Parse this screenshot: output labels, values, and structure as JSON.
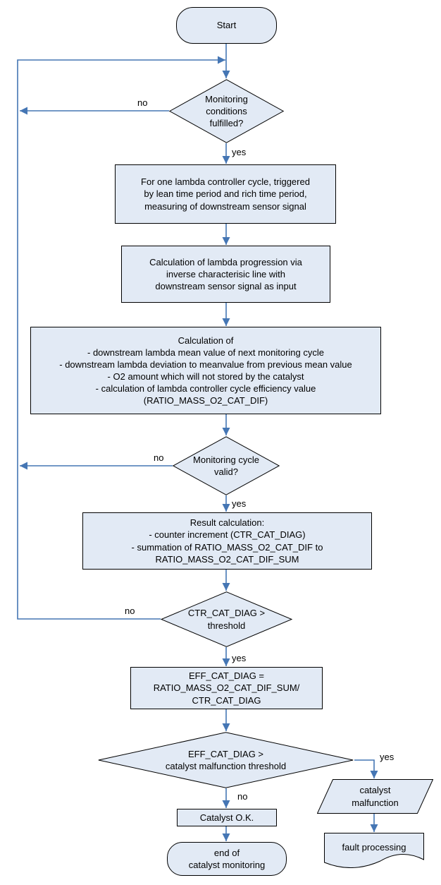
{
  "colors": {
    "connector_blue": "#4576b4",
    "shape_fill": "#e2eaf5",
    "shape_border": "#000000",
    "text": "#000000"
  },
  "flowchart": {
    "nodes": {
      "start": {
        "type": "terminator",
        "label": "Start"
      },
      "monitoring_conditions": {
        "type": "decision",
        "label": "Monitoring\nconditions\nfulfilled?"
      },
      "measure_downstream": {
        "type": "process",
        "label": "For one lambda controller cycle, triggered\nby lean time period and rich time period,\nmeasuring of downstream sensor signal"
      },
      "lambda_progression": {
        "type": "process",
        "label": "Calculation of lambda progression via\ninverse characterisic line with\ndownstream sensor signal as input"
      },
      "calculation": {
        "type": "process",
        "label": "Calculation of\n- downstream lambda mean value of next monitoring cycle\n- downstream lambda deviation to meanvalue from previous mean value\n- O2 amount which will not stored by the catalyst\n- calculation of lambda controller cycle efficiency value\n(RATIO_MASS_O2_CAT_DIF)"
      },
      "cycle_valid": {
        "type": "decision",
        "label": "Monitoring cycle\nvalid?"
      },
      "result_calculation": {
        "type": "process",
        "label": "Result calculation:\n- counter increment (CTR_CAT_DIAG)\n- summation of RATIO_MASS_O2_CAT_DIF to\nRATIO_MASS_O2_CAT_DIF_SUM"
      },
      "counter_threshold": {
        "type": "decision",
        "label": "CTR_CAT_DIAG >\nthreshold"
      },
      "efficiency": {
        "type": "process",
        "label": "EFF_CAT_DIAG =\nRATIO_MASS_O2_CAT_DIF_SUM/\nCTR_CAT_DIAG"
      },
      "malfunction_threshold": {
        "type": "decision",
        "label": "EFF_CAT_DIAG >\ncatalyst malfunction threshold"
      },
      "catalyst_ok": {
        "type": "process",
        "label": "Catalyst O.K."
      },
      "end": {
        "type": "terminator",
        "label": "end of\ncatalyst monitoring"
      },
      "catalyst_malfunction": {
        "type": "input_output",
        "label": "catalyst\nmalfunction"
      },
      "fault_processing": {
        "type": "document",
        "label": "fault processing"
      }
    },
    "edge_labels": {
      "conditions_no": "no",
      "conditions_yes": "yes",
      "cycle_no": "no",
      "cycle_yes": "yes",
      "counter_no": "no",
      "counter_yes": "yes",
      "malfunction_yes": "yes",
      "malfunction_no": "no"
    }
  }
}
